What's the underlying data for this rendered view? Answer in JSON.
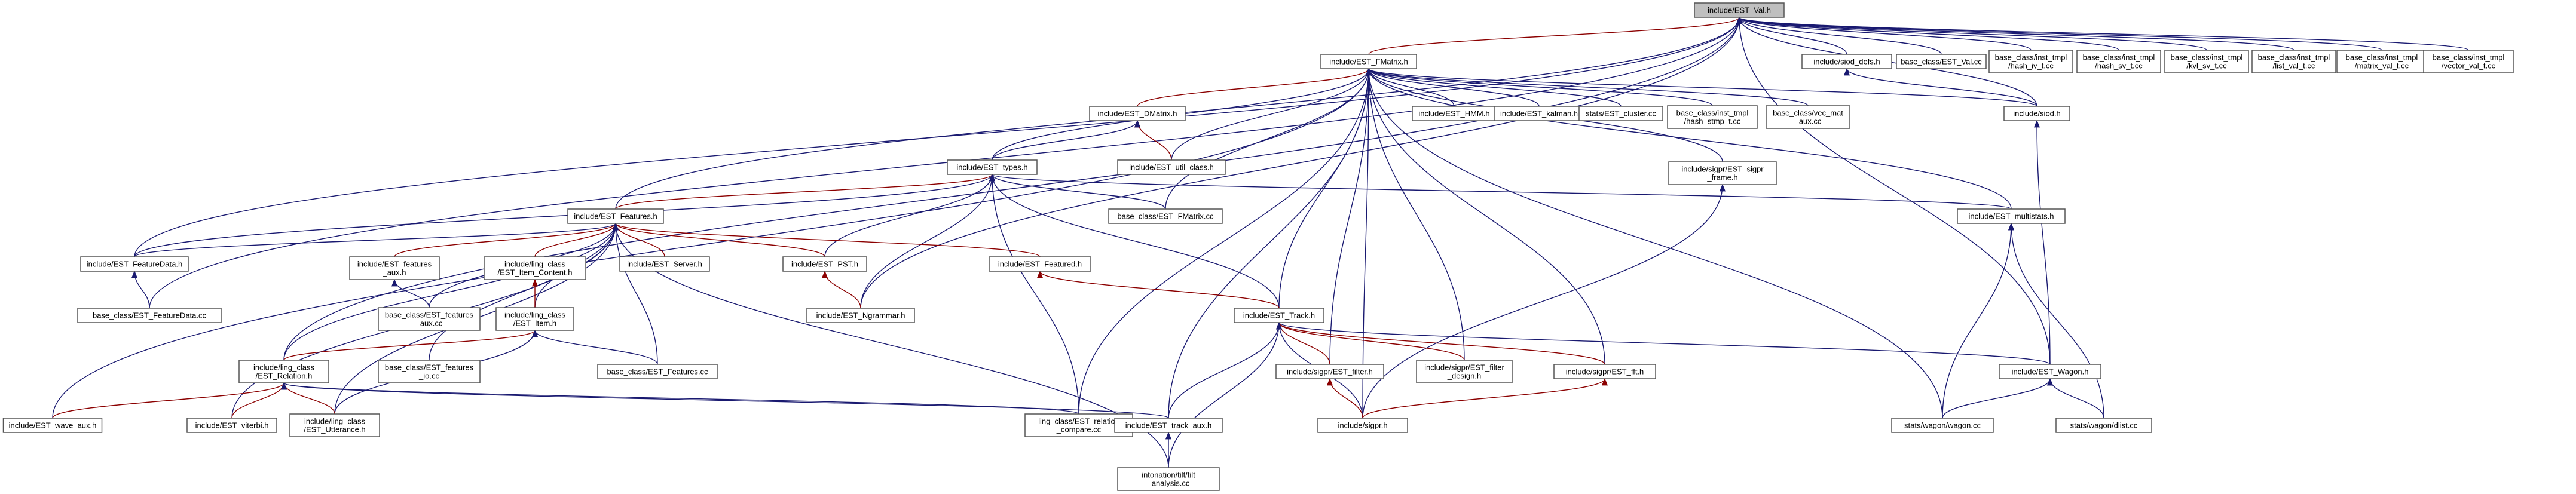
{
  "graph": {
    "colors": {
      "edge_default": "#191970",
      "edge_highlight": "#8b0000",
      "root_fill": "#bfbfbf",
      "node_fill": "#ffffff",
      "node_border": "#555555",
      "label_default": "#000000",
      "label_highlight": "#cc0000"
    },
    "nodes": [
      {
        "id": "val",
        "lines": [
          "include/EST_Val.h"
        ],
        "kind": "root"
      },
      {
        "id": "fmatrix",
        "lines": [
          "include/EST_FMatrix.h"
        ],
        "kind": "default"
      },
      {
        "id": "siod_defs",
        "lines": [
          "include/siod_defs.h"
        ],
        "kind": "default"
      },
      {
        "id": "val_cc",
        "lines": [
          "base_class/EST_Val.cc"
        ],
        "kind": "default"
      },
      {
        "id": "hash_iv",
        "lines": [
          "base_class/inst_tmpl",
          "/hash_iv_t.cc"
        ],
        "kind": "default"
      },
      {
        "id": "hash_sv",
        "lines": [
          "base_class/inst_tmpl",
          "/hash_sv_t.cc"
        ],
        "kind": "default"
      },
      {
        "id": "kvl_sv",
        "lines": [
          "base_class/inst_tmpl",
          "/kvl_sv_t.cc"
        ],
        "kind": "default"
      },
      {
        "id": "list_val",
        "lines": [
          "base_class/inst_tmpl",
          "/list_val_t.cc"
        ],
        "kind": "default"
      },
      {
        "id": "matrix_val",
        "lines": [
          "base_class/inst_tmpl",
          "/matrix_val_t.cc"
        ],
        "kind": "default"
      },
      {
        "id": "vector_val",
        "lines": [
          "base_class/inst_tmpl",
          "/vector_val_t.cc"
        ],
        "kind": "default"
      },
      {
        "id": "dmatrix",
        "lines": [
          "include/EST_DMatrix.h"
        ],
        "kind": "highlight"
      },
      {
        "id": "hmm",
        "lines": [
          "include/EST_HMM.h"
        ],
        "kind": "default"
      },
      {
        "id": "kalman",
        "lines": [
          "include/EST_kalman.h"
        ],
        "kind": "highlight"
      },
      {
        "id": "cluster",
        "lines": [
          "stats/EST_cluster.cc"
        ],
        "kind": "default"
      },
      {
        "id": "hash_stmp",
        "lines": [
          "base_class/inst_tmpl",
          "/hash_stmp_t.cc"
        ],
        "kind": "default"
      },
      {
        "id": "vec_mat_aux",
        "lines": [
          "base_class/vec_mat",
          "_aux.cc"
        ],
        "kind": "default"
      },
      {
        "id": "siod",
        "lines": [
          "include/siod.h"
        ],
        "kind": "highlight"
      },
      {
        "id": "types",
        "lines": [
          "include/EST_types.h"
        ],
        "kind": "highlight"
      },
      {
        "id": "util_class",
        "lines": [
          "include/EST_util_class.h"
        ],
        "kind": "highlight"
      },
      {
        "id": "sigpr_frame",
        "lines": [
          "include/sigpr/EST_sigpr",
          "_frame.h"
        ],
        "kind": "highlight"
      },
      {
        "id": "fmatrix_cc",
        "lines": [
          "base_class/EST_FMatrix.cc"
        ],
        "kind": "default"
      },
      {
        "id": "multistats",
        "lines": [
          "include/EST_multistats.h"
        ],
        "kind": "highlight"
      },
      {
        "id": "features",
        "lines": [
          "include/EST_Features.h"
        ],
        "kind": "highlight"
      },
      {
        "id": "featuredata",
        "lines": [
          "include/EST_FeatureData.h"
        ],
        "kind": "default"
      },
      {
        "id": "features_aux",
        "lines": [
          "include/EST_features",
          "_aux.h"
        ],
        "kind": "highlight"
      },
      {
        "id": "item_content",
        "lines": [
          "include/ling_class",
          "/EST_Item_Content.h"
        ],
        "kind": "highlight"
      },
      {
        "id": "server",
        "lines": [
          "include/EST_Server.h"
        ],
        "kind": "highlight"
      },
      {
        "id": "pst",
        "lines": [
          "include/EST_PST.h"
        ],
        "kind": "highlight"
      },
      {
        "id": "featured",
        "lines": [
          "include/EST_Featured.h"
        ],
        "kind": "highlight"
      },
      {
        "id": "featuredata_cc",
        "lines": [
          "base_class/EST_FeatureData.cc"
        ],
        "kind": "default"
      },
      {
        "id": "features_aux_cc",
        "lines": [
          "base_class/EST_features",
          "_aux.cc"
        ],
        "kind": "default"
      },
      {
        "id": "item",
        "lines": [
          "include/ling_class",
          "/EST_Item.h"
        ],
        "kind": "highlight"
      },
      {
        "id": "ngrammar",
        "lines": [
          "include/EST_Ngrammar.h"
        ],
        "kind": "highlight"
      },
      {
        "id": "track",
        "lines": [
          "include/EST_Track.h"
        ],
        "kind": "highlight"
      },
      {
        "id": "relation",
        "lines": [
          "include/ling_class",
          "/EST_Relation.h"
        ],
        "kind": "highlight"
      },
      {
        "id": "features_io",
        "lines": [
          "base_class/EST_features",
          "_io.cc"
        ],
        "kind": "default"
      },
      {
        "id": "features_cc",
        "lines": [
          "base_class/EST_Features.cc"
        ],
        "kind": "default"
      },
      {
        "id": "filter",
        "lines": [
          "include/sigpr/EST_filter.h"
        ],
        "kind": "highlight"
      },
      {
        "id": "filter_design",
        "lines": [
          "include/sigpr/EST_filter",
          "_design.h"
        ],
        "kind": "highlight"
      },
      {
        "id": "fft",
        "lines": [
          "include/sigpr/EST_fft.h"
        ],
        "kind": "highlight"
      },
      {
        "id": "wagon",
        "lines": [
          "include/EST_Wagon.h"
        ],
        "kind": "highlight"
      },
      {
        "id": "wave_aux",
        "lines": [
          "include/EST_wave_aux.h"
        ],
        "kind": "highlight"
      },
      {
        "id": "viterbi",
        "lines": [
          "include/EST_viterbi.h"
        ],
        "kind": "highlight"
      },
      {
        "id": "utterance",
        "lines": [
          "include/ling_class",
          "/EST_Utterance.h"
        ],
        "kind": "highlight"
      },
      {
        "id": "relation_compare",
        "lines": [
          "ling_class/EST_relation",
          "_compare.cc"
        ],
        "kind": "default"
      },
      {
        "id": "track_aux",
        "lines": [
          "include/EST_track_aux.h"
        ],
        "kind": "highlight"
      },
      {
        "id": "sigpr",
        "lines": [
          "include/sigpr.h"
        ],
        "kind": "highlight"
      },
      {
        "id": "wagon_cc",
        "lines": [
          "stats/wagon/wagon.cc"
        ],
        "kind": "default"
      },
      {
        "id": "dlist_cc",
        "lines": [
          "stats/wagon/dlist.cc"
        ],
        "kind": "default"
      },
      {
        "id": "tilt_analysis",
        "lines": [
          "intonation/tilt/tilt",
          "_analysis.cc"
        ],
        "kind": "default"
      }
    ],
    "edges": [
      [
        "fmatrix",
        "val",
        "highlight"
      ],
      [
        "siod_defs",
        "val",
        "default"
      ],
      [
        "val_cc",
        "val",
        "default"
      ],
      [
        "hash_iv",
        "val",
        "default"
      ],
      [
        "hash_sv",
        "val",
        "default"
      ],
      [
        "kvl_sv",
        "val",
        "default"
      ],
      [
        "list_val",
        "val",
        "default"
      ],
      [
        "matrix_val",
        "val",
        "default"
      ],
      [
        "vector_val",
        "val",
        "default"
      ],
      [
        "siod",
        "val",
        "default"
      ],
      [
        "features",
        "val",
        "default"
      ],
      [
        "featuredata",
        "val",
        "default"
      ],
      [
        "featuredata_cc",
        "val",
        "default"
      ],
      [
        "relation",
        "val",
        "default"
      ],
      [
        "ngrammar",
        "val",
        "default"
      ],
      [
        "wagon",
        "val",
        "default"
      ],
      [
        "siod",
        "siod_defs",
        "default"
      ],
      [
        "dmatrix",
        "fmatrix",
        "highlight"
      ],
      [
        "hmm",
        "fmatrix",
        "default"
      ],
      [
        "kalman",
        "fmatrix",
        "default"
      ],
      [
        "cluster",
        "fmatrix",
        "default"
      ],
      [
        "hash_stmp",
        "fmatrix",
        "default"
      ],
      [
        "vec_mat_aux",
        "fmatrix",
        "default"
      ],
      [
        "siod",
        "fmatrix",
        "default"
      ],
      [
        "types",
        "fmatrix",
        "default"
      ],
      [
        "util_class",
        "fmatrix",
        "default"
      ],
      [
        "sigpr_frame",
        "fmatrix",
        "default"
      ],
      [
        "fmatrix_cc",
        "fmatrix",
        "default"
      ],
      [
        "multistats",
        "fmatrix",
        "default"
      ],
      [
        "track",
        "fmatrix",
        "default"
      ],
      [
        "filter",
        "fmatrix",
        "default"
      ],
      [
        "filter_design",
        "fmatrix",
        "default"
      ],
      [
        "fft",
        "fmatrix",
        "default"
      ],
      [
        "sigpr",
        "fmatrix",
        "default"
      ],
      [
        "track_aux",
        "fmatrix",
        "default"
      ],
      [
        "relation_compare",
        "fmatrix",
        "default"
      ],
      [
        "wagon_cc",
        "fmatrix",
        "default"
      ],
      [
        "wave_aux",
        "fmatrix",
        "default"
      ],
      [
        "util_class",
        "dmatrix",
        "highlight"
      ],
      [
        "types",
        "dmatrix",
        "default"
      ],
      [
        "wagon",
        "siod",
        "default"
      ],
      [
        "features",
        "types",
        "highlight"
      ],
      [
        "pst",
        "types",
        "default"
      ],
      [
        "fmatrix_cc",
        "types",
        "default"
      ],
      [
        "multistats",
        "types",
        "default"
      ],
      [
        "track",
        "types",
        "default"
      ],
      [
        "relation_compare",
        "types",
        "default"
      ],
      [
        "ngrammar",
        "types",
        "default"
      ],
      [
        "featuredata",
        "types",
        "default"
      ],
      [
        "sigpr",
        "sigpr_frame",
        "default"
      ],
      [
        "wagon_cc",
        "multistats",
        "default"
      ],
      [
        "dlist_cc",
        "multistats",
        "default"
      ],
      [
        "featuredata",
        "features",
        "default"
      ],
      [
        "features_aux",
        "features",
        "highlight"
      ],
      [
        "item_content",
        "features",
        "highlight"
      ],
      [
        "server",
        "features",
        "highlight"
      ],
      [
        "pst",
        "features",
        "highlight"
      ],
      [
        "featured",
        "features",
        "highlight"
      ],
      [
        "features_aux_cc",
        "features",
        "default"
      ],
      [
        "item",
        "features",
        "default"
      ],
      [
        "relation",
        "features",
        "default"
      ],
      [
        "features_io",
        "features",
        "default"
      ],
      [
        "features_cc",
        "features",
        "default"
      ],
      [
        "tilt_analysis",
        "features",
        "default"
      ],
      [
        "viterbi",
        "features",
        "default"
      ],
      [
        "utterance",
        "features",
        "default"
      ],
      [
        "featuredata_cc",
        "featuredata",
        "default"
      ],
      [
        "features_aux_cc",
        "features_aux",
        "default"
      ],
      [
        "item",
        "item_content",
        "highlight"
      ],
      [
        "ngrammar",
        "pst",
        "highlight"
      ],
      [
        "track",
        "featured",
        "highlight"
      ],
      [
        "relation",
        "item",
        "highlight"
      ],
      [
        "features_cc",
        "item",
        "default"
      ],
      [
        "utterance",
        "item",
        "default"
      ],
      [
        "filter",
        "track",
        "highlight"
      ],
      [
        "filter_design",
        "track",
        "highlight"
      ],
      [
        "fft",
        "track",
        "highlight"
      ],
      [
        "track_aux",
        "track",
        "default"
      ],
      [
        "wagon",
        "track",
        "default"
      ],
      [
        "sigpr",
        "track",
        "default"
      ],
      [
        "tilt_analysis",
        "track",
        "default"
      ],
      [
        "wave_aux",
        "relation",
        "highlight"
      ],
      [
        "viterbi",
        "relation",
        "highlight"
      ],
      [
        "utterance",
        "relation",
        "highlight"
      ],
      [
        "relation_compare",
        "relation",
        "default"
      ],
      [
        "track_aux",
        "relation",
        "default"
      ],
      [
        "sigpr",
        "filter",
        "highlight"
      ],
      [
        "sigpr",
        "fft",
        "highlight"
      ],
      [
        "wagon_cc",
        "wagon",
        "default"
      ],
      [
        "dlist_cc",
        "wagon",
        "default"
      ],
      [
        "tilt_analysis",
        "track_aux",
        "default"
      ]
    ]
  }
}
